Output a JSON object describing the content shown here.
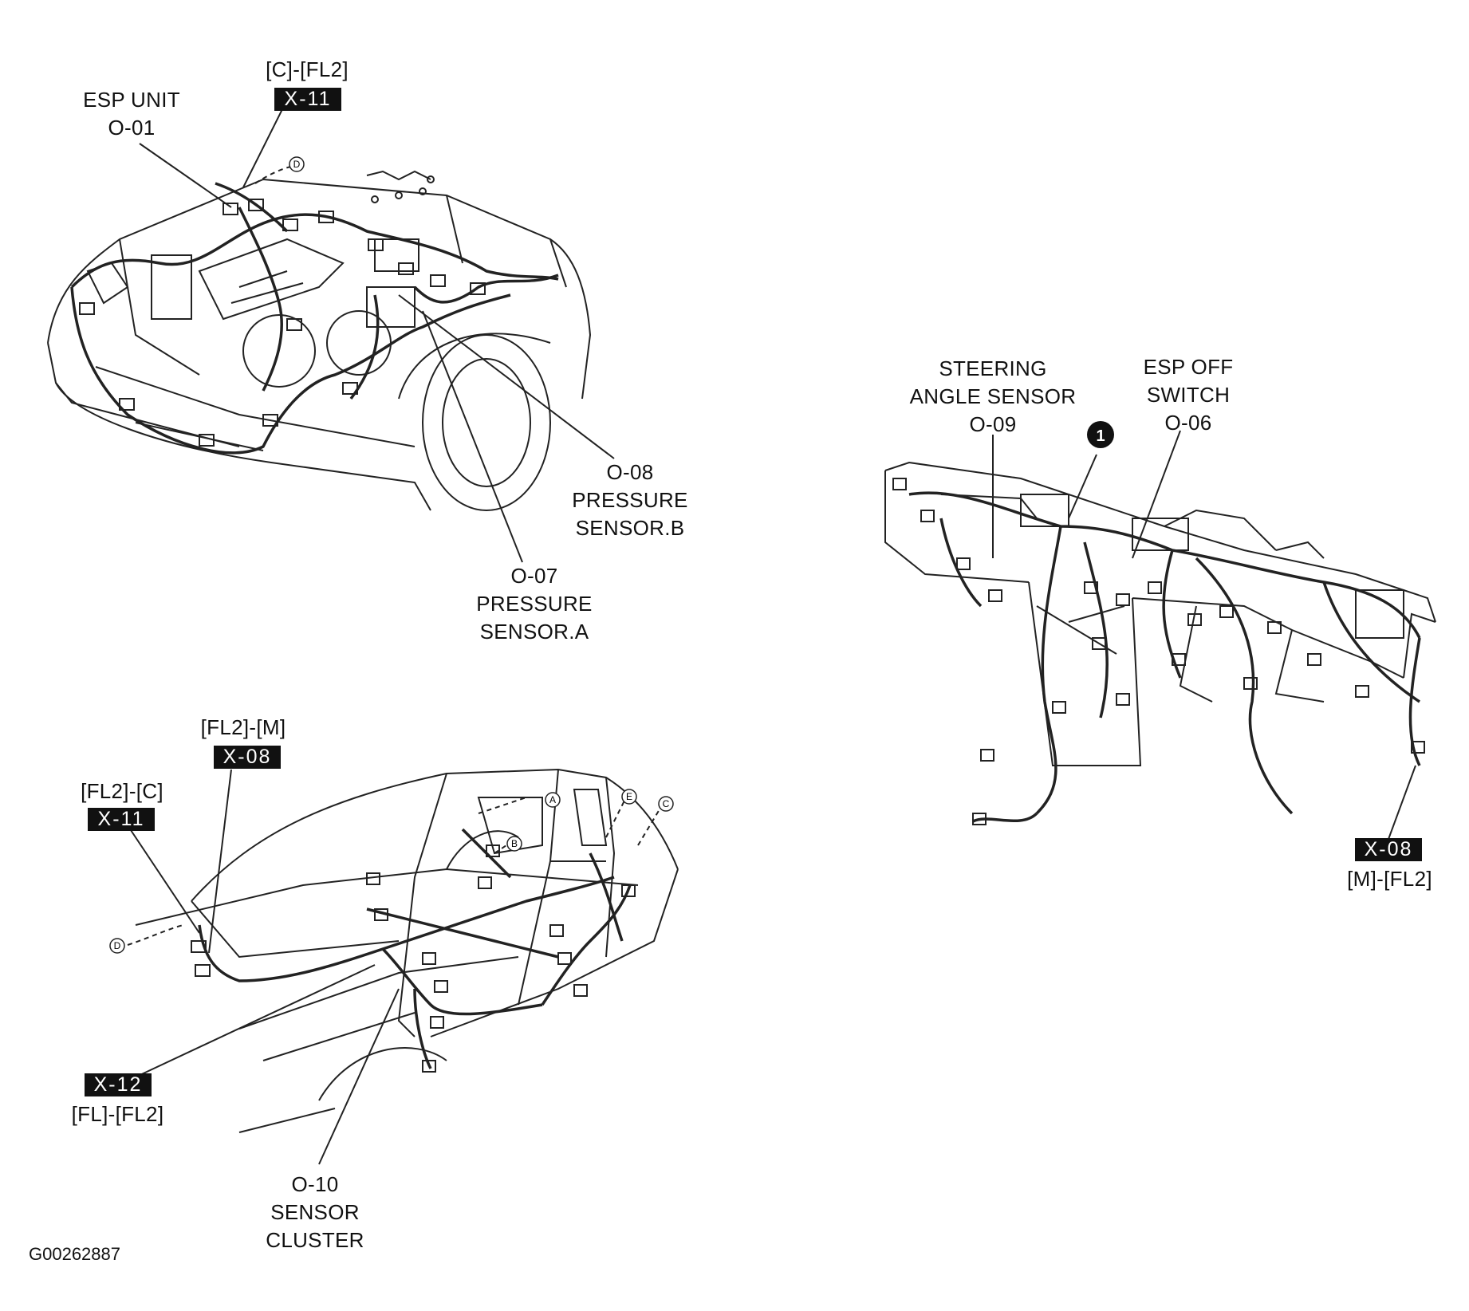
{
  "labels": {
    "esp_unit": "ESP UNIT\nO-01",
    "conn_top_route": "[C]-[FL2]",
    "pressure_b": "O-08\nPRESSURE\nSENSOR.B",
    "pressure_a": "O-07\nPRESSURE\nSENSOR.A",
    "steering": "STEERING\nANGLE SENSOR\nO-09",
    "esp_off": "ESP OFF\nSWITCH\nO-06",
    "conn_right_route": "[M]-[FL2]",
    "conn_fl2m_route": "[FL2]-[M]",
    "conn_fl2c_route": "[FL2]-[C]",
    "conn_x12_route": "[FL]-[FL2]",
    "sensor_cluster": "O-10\nSENSOR\nCLUSTER"
  },
  "tags": {
    "x11_top": "X-11",
    "x08_right": "X-08",
    "x08_bottom": "X-08",
    "x11_bottom": "X-11",
    "x12": "X-12"
  },
  "markers": {
    "D": "D",
    "A": "A",
    "B": "B",
    "E": "E",
    "C": "C",
    "one": "1"
  },
  "figure_id": "G00262887"
}
